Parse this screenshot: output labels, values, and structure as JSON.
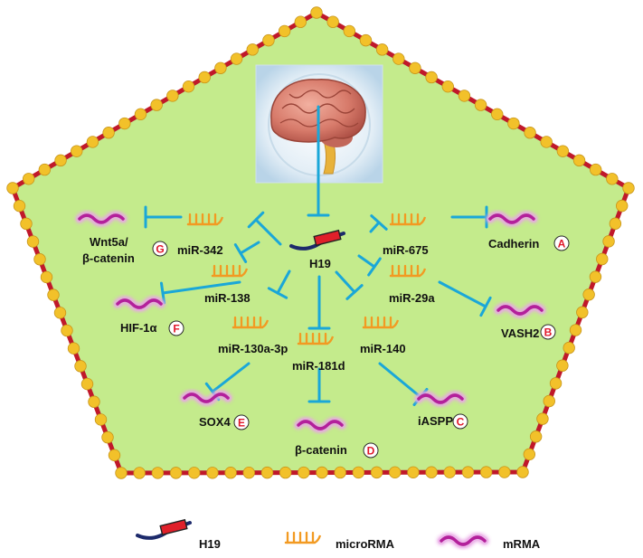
{
  "center": {
    "label": "H19"
  },
  "mirnas": [
    {
      "id": "342",
      "label": "miR-342"
    },
    {
      "id": "675",
      "label": "miR-675"
    },
    {
      "id": "138",
      "label": "miR-138"
    },
    {
      "id": "29a",
      "label": "miR-29a"
    },
    {
      "id": "130",
      "label": "miR-130a-3p"
    },
    {
      "id": "181",
      "label": "miR-181d"
    },
    {
      "id": "140",
      "label": "miR-140"
    }
  ],
  "targets": [
    {
      "id": "A",
      "label": "Cadherin",
      "badge": "A"
    },
    {
      "id": "B",
      "label": "VASH2",
      "badge": "B"
    },
    {
      "id": "C",
      "label": "iASPP",
      "badge": "C"
    },
    {
      "id": "D",
      "label": "β-catenin",
      "badge": "D"
    },
    {
      "id": "E",
      "label": "SOX4",
      "badge": "E"
    },
    {
      "id": "F",
      "label": "HIF-1α",
      "badge": "F"
    },
    {
      "id": "G",
      "label_line1": "Wnt5a/",
      "label_line2": "β-catenin",
      "badge": "G"
    }
  ],
  "legend": [
    {
      "symbol": "h19-icon",
      "label": "H19"
    },
    {
      "symbol": "microrna-icon",
      "label": "microRMA"
    },
    {
      "symbol": "mrna-icon",
      "label": "mRMA"
    }
  ],
  "colors": {
    "background_fill": "#c4eb8c",
    "membrane": "#c0182a",
    "bead": "#f2c12a",
    "inhibit_line": "#1aa7d8",
    "mirna": "#f29a22",
    "mrna": "#b3209b",
    "badge_letter": "#e0182a",
    "h19_body": "#1d2a6b",
    "h19_box": "#e0202a"
  }
}
